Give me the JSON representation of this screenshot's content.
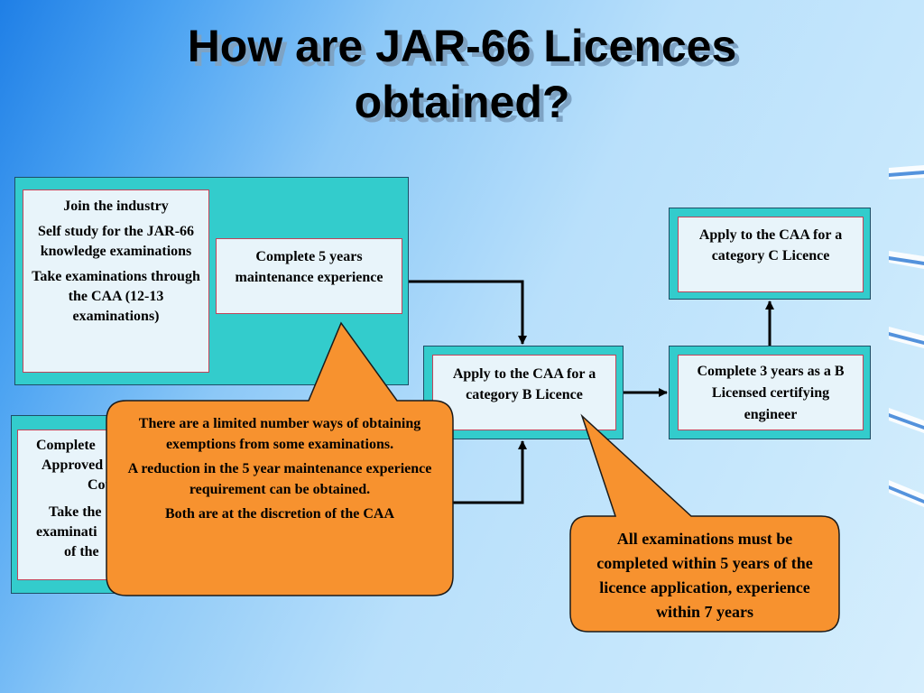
{
  "title": {
    "line1": "How are JAR-66 Licences",
    "line2": "obtained?"
  },
  "panel_main": {
    "join_box": {
      "line1": "Join the industry",
      "line2": "Self study for the JAR-66 knowledge examinations",
      "line3": "Take  examinations through the CAA (12-13 examinations)"
    },
    "experience_box": "Complete 5 years maintenance experience"
  },
  "panel_course": {
    "course_box": {
      "line1": "Complete an Approved Course",
      "line2": "Take the examinations of the course"
    },
    "course_box_visible": {
      "line1a": "Complete",
      "line1b": "Approved",
      "line1c": "Cou",
      "line2a": "Take the",
      "line2b": "examinati",
      "line2c": "of the"
    }
  },
  "panel_b": {
    "label": "Apply to the CAA for a category B Licence"
  },
  "panel_c": {
    "label": "Apply to the CAA for a category C Licence"
  },
  "panel_3years": {
    "label": "Complete 3 years as a B Licensed certifying engineer"
  },
  "callout_exemptions": {
    "para1": "There are a limited number ways of obtaining exemptions from some examinations.",
    "para2": "A reduction in the 5 year maintenance experience requirement can be obtained.",
    "para3": "Both are at the discretion of the CAA"
  },
  "callout_time": {
    "text": "All examinations must be completed within 5 years of the  licence application, experience within 7 years"
  },
  "colors": {
    "panel": "#33cccc",
    "box_fill": "#e8f4fa",
    "box_border": "#c0445a",
    "callout_fill": "#f7922f",
    "callout_border": "#1a1a1a"
  }
}
